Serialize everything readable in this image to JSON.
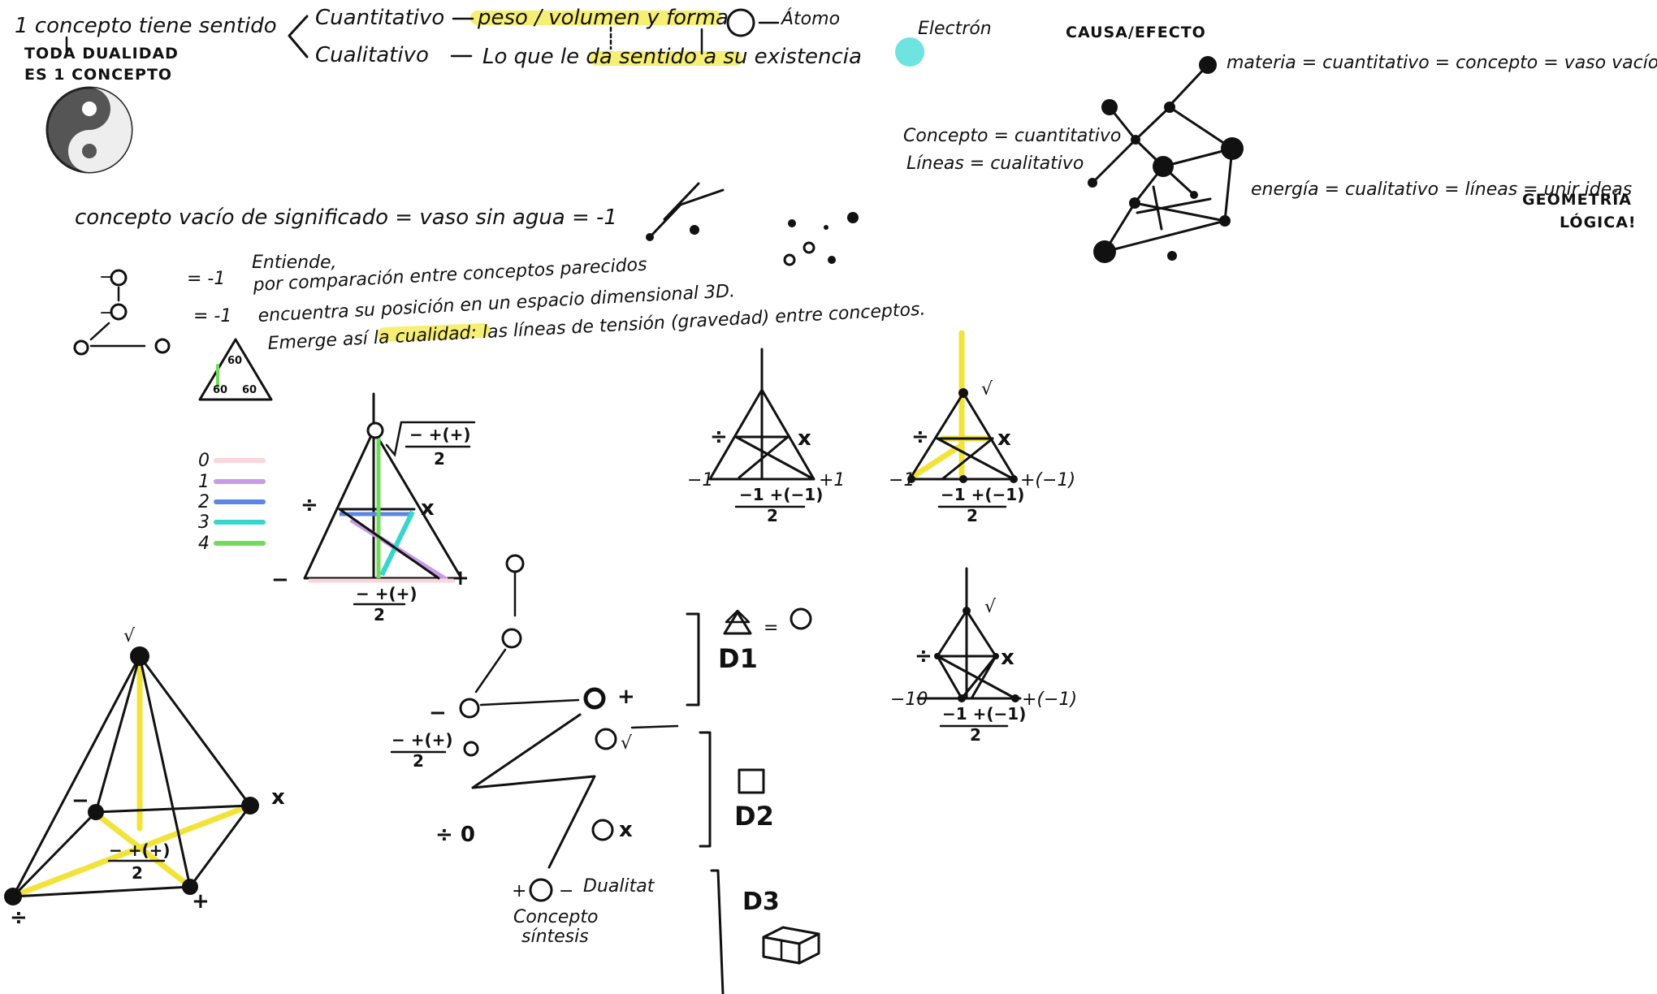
{
  "header": {
    "main": "1 concepto tiene sentido",
    "sub_line1": "TODA DUALIDAD",
    "sub_line2": "ES 1 CONCEPTO",
    "quant": "Cuantitativo",
    "quant_def": "peso / volumen y forma",
    "atom": "Átomo",
    "qual": "Cualitativo",
    "qual_def": "Lo que le da sentido a su existencia",
    "electron": "Electrón",
    "cause": "CAUSA/EFECTO"
  },
  "network": {
    "materia": "materia = cuantitativo = concepto = vaso vacío",
    "concepto": "Concepto = cuantitativo",
    "lineas": "Líneas = cualitativo",
    "energia": "energía = cualitativo = líneas = unir ideas",
    "geo1": "GEOMETRÍA",
    "geo2": "LÓGICA!"
  },
  "notes": {
    "vacio": "concepto vacío de significado = vaso sin agua = -1",
    "neg1a": "= -1",
    "neg1b": "= -1",
    "entiende": "Entiende,",
    "comparacion": "por comparación entre conceptos parecidos",
    "posicion": "encuentra su posición en un espacio dimensional 3D.",
    "emerge_pre": "Emerge así",
    "emerge_hl": "la cualidad",
    "emerge_post": ": las líneas de tensión (gravedad) entre conceptos."
  },
  "legend": {
    "items": [
      {
        "label": "0",
        "color": "#f9d6dd"
      },
      {
        "label": "1",
        "color": "#c89be6"
      },
      {
        "label": "2",
        "color": "#5b86e6"
      },
      {
        "label": "3",
        "color": "#36d6cf"
      },
      {
        "label": "4",
        "color": "#6fdc5a"
      }
    ]
  },
  "triangles": {
    "small_angles": [
      "60",
      "60",
      "60"
    ],
    "main_frac_top": "− +(+)",
    "main_frac_bot": "2",
    "frac_b_top": "−1 +(−1)",
    "frac_b_bot": "2",
    "div": "÷",
    "mul": "x",
    "minus": "−",
    "plus": "+",
    "neg_one": "−1",
    "pos_one": "+1",
    "plus_circ": "+(−1)",
    "root": "√",
    "neg_ten": "−10",
    "main_frac_top2": "− +(+)",
    "main_frac_bot2": "2"
  },
  "pyramid": {
    "root": "√",
    "minus": "−",
    "mul": "x",
    "plus": "+",
    "div": "÷",
    "frac_top": "− +(+)",
    "frac_bot": "2"
  },
  "flow": {
    "minus": "−",
    "plus": "+",
    "root": "√",
    "frac_top": "− +(+)",
    "frac_bot": "2",
    "divzero": "÷ 0",
    "mul": "x",
    "dual": "Dualitat",
    "sintesis1": "Concepto",
    "sintesis2": "síntesis",
    "pm_plus": "+",
    "pm_minus": "−"
  },
  "dims": {
    "eq": "=",
    "d1": "D1",
    "d2": "D2",
    "d3": "D3"
  }
}
